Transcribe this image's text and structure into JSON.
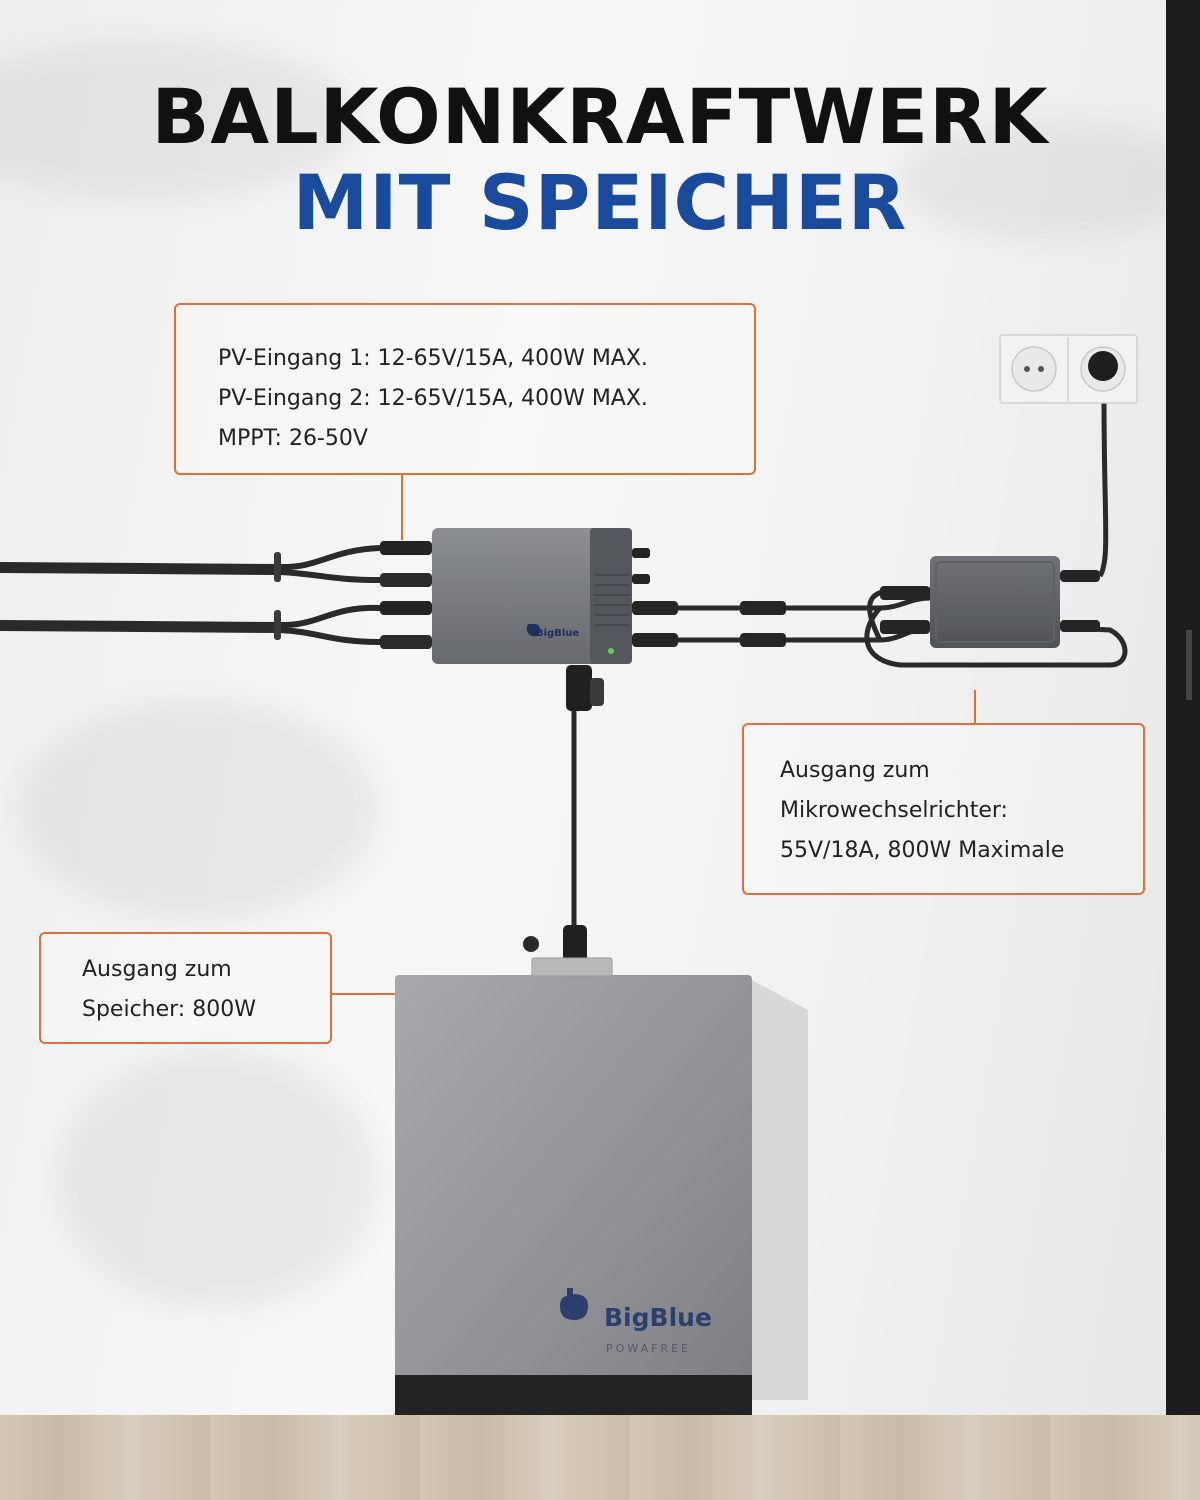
{
  "title": {
    "line1": "BALKONKRAFTWERK",
    "line2": "MIT SPEICHER"
  },
  "callouts": {
    "pv_input": {
      "line1": "PV-Eingang 1: 12-65V/15A, 400W MAX.",
      "line2": "PV-Eingang 2: 12-65V/15A, 400W MAX.",
      "line3": "MPPT: 26-50V"
    },
    "inverter_output": {
      "line1": "Ausgang zum",
      "line2": "Mikrowechselrichter:",
      "line3": "55V/18A, 800W Maximale"
    },
    "storage_output": {
      "line1": "Ausgang zum",
      "line2": "Speicher: 800W"
    }
  },
  "devices": {
    "hub_brand": "BigBlue",
    "battery_brand": "BigBlue",
    "battery_sub": "POWAFREE"
  },
  "colors": {
    "accent_orange": "#e0703a",
    "title_blue": "#1a4a9c",
    "title_black": "#111111"
  },
  "icons": [
    "power-socket-icon",
    "plug-icon",
    "bigblue-logo-icon"
  ]
}
